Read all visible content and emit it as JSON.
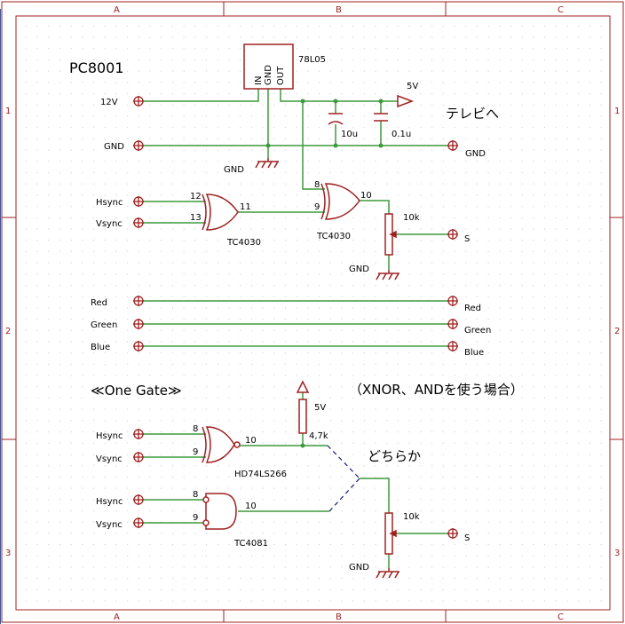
{
  "frame": {
    "columns": [
      "A",
      "B",
      "C"
    ],
    "rows": [
      "1",
      "2",
      "3"
    ]
  },
  "title": "PC8001",
  "regulator": {
    "ref": "78L05",
    "pins": [
      "IN",
      "GND",
      "OUT"
    ]
  },
  "power": {
    "supply_5v": "5V",
    "supply_5v_lower": "5V",
    "in_12v": "12V"
  },
  "labels": {
    "gnd_left": "GND",
    "gnd_right": "GND",
    "gnd_below_reg": "GND",
    "to_tv": "テレビへ",
    "cap1": "10u",
    "cap2": "0.1u",
    "hsync1": "Hsync",
    "vsync1": "Vsync",
    "gate1_ref": "TC4030",
    "gate2_ref": "TC4030",
    "pot1": "10k",
    "s1": "S",
    "gnd_pot1": "GND",
    "red_l": "Red",
    "green_l": "Green",
    "blue_l": "Blue",
    "red_r": "Red",
    "green_r": "Green",
    "blue_r": "Blue",
    "one_gate": "≪One Gate≫",
    "xnor_note": "（XNOR、ANDを使う場合）",
    "either": "どちらか",
    "resistor_47k": "4,7k",
    "hsync2": "Hsync",
    "vsync2": "Vsync",
    "gate3_ref": "HD74LS266",
    "hsync3": "Hsync",
    "vsync3": "Vsync",
    "gate4_ref": "TC4081",
    "pot2": "10k",
    "s2": "S",
    "gnd_pot2": "GND"
  },
  "pins": {
    "g1_a": "12",
    "g1_b": "13",
    "g1_out": "11",
    "g2_a": "8",
    "g2_b": "9",
    "g2_out": "10",
    "g3_a": "8",
    "g3_b": "9",
    "g3_out": "10",
    "g4_a": "8",
    "g4_b": "9",
    "g4_out": "10"
  },
  "colors": {
    "wire": "#3d9a3d",
    "component": "#a02020",
    "frame": "#a02020",
    "grid_dot": "#c8c8c8"
  }
}
